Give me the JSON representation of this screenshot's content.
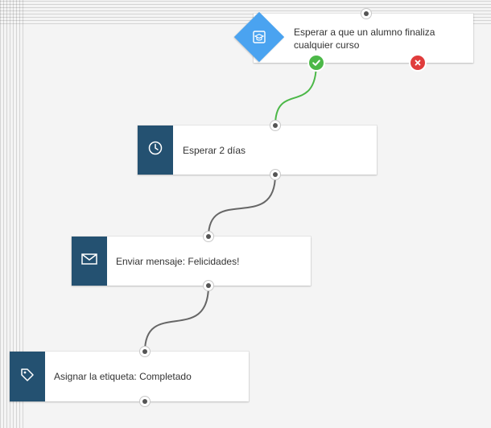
{
  "nodes": {
    "trigger": {
      "label": "Esperar a que un alumno finaliza cualquier curso",
      "icon": "graduation-cap-icon"
    },
    "delay": {
      "label": "Esperar 2 días",
      "icon": "clock-icon"
    },
    "message": {
      "label": "Enviar mensaje: Felicidades!",
      "icon": "envelope-icon"
    },
    "tag": {
      "label": "Asignar la etiqueta: Completado",
      "icon": "tag-icon"
    }
  },
  "branches": {
    "yes": {
      "icon": "check-icon",
      "color": "#4cb848"
    },
    "no": {
      "icon": "close-icon",
      "color": "#e03c3c"
    }
  },
  "colors": {
    "action_icon_bg": "#245171",
    "trigger_diamond": "#4aa3f0",
    "yes_connector": "#4cb848",
    "connector": "#666666"
  }
}
